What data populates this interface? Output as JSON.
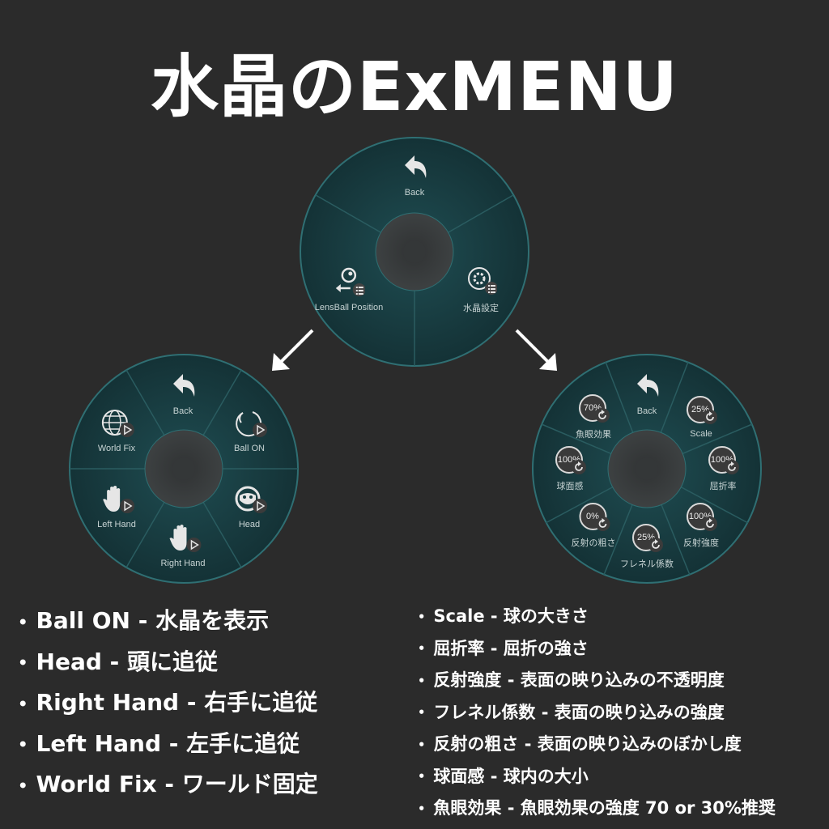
{
  "title": "水晶のExMENU",
  "top_menu": {
    "back": "Back",
    "lensball_position": "LensBall Position",
    "crystal_settings": "水晶設定"
  },
  "left_menu": {
    "back": "Back",
    "world_fix": "World Fix",
    "ball_on": "Ball ON",
    "left_hand": "Left Hand",
    "head": "Head",
    "right_hand": "Right Hand"
  },
  "right_menu": {
    "back": "Back",
    "fisheye": {
      "label": "魚眼効果",
      "value": "70%"
    },
    "scale": {
      "label": "Scale",
      "value": "25%"
    },
    "sphere": {
      "label": "球面感",
      "value": "100%"
    },
    "refraction": {
      "label": "屈折率",
      "value": "100%"
    },
    "roughness": {
      "label": "反射の粗さ",
      "value": "0%"
    },
    "reflection": {
      "label": "反射強度",
      "value": "100%"
    },
    "fresnel": {
      "label": "フレネル係数",
      "value": "25%"
    }
  },
  "notes_left": [
    "Ball ON - 水晶を表示",
    "Head - 頭に追従",
    "Right Hand - 右手に追従",
    "Left Hand - 左手に追従",
    "World Fix - ワールド固定"
  ],
  "notes_right": [
    "Scale - 球の大きさ",
    "屈折率 - 屈折の強さ",
    "反射強度 - 表面の映り込みの不透明度",
    "フレネル係数 - 表面の映り込みの強度",
    "反射の粗さ - 表面の映り込みのぼかし度",
    "球面感 - 球内の大小",
    "魚眼効果 - 魚眼効果の強度 70 or 30%推奨"
  ],
  "colors": {
    "background": "#2b2b2b",
    "wheel_fill": "#163a3e",
    "wheel_rim": "#2f6f73",
    "center_hub": "#3a3d3e"
  }
}
